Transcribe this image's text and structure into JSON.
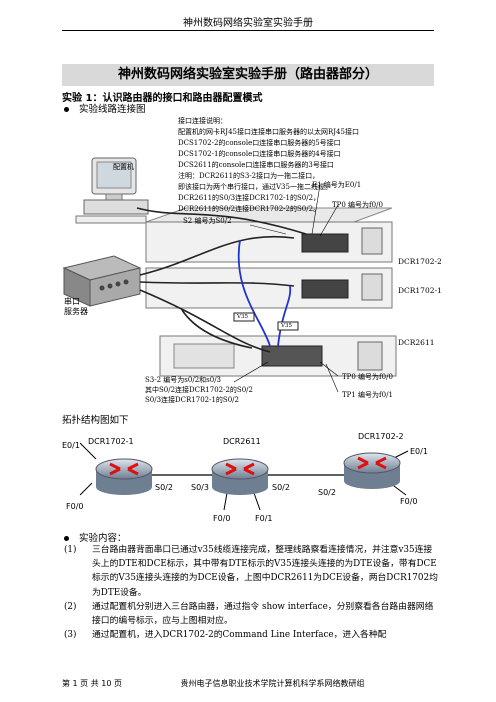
{
  "header": {
    "title": "神州数码网络实验室实验手册"
  },
  "banner": {
    "title": "神州数码网络实验室实验手册（路由器部分）"
  },
  "lab": {
    "title": "实验 1：认识路由器的接口和路由器配置模式"
  },
  "section1": {
    "bullet": "实验线路连接图"
  },
  "diagram": {
    "notes": [
      "接口连接说明：",
      "配置机的网卡RJ45接口连接串口服务器的以太网RJ45接口",
      "DCS1702-2的console口连接串口服务器的5号接口",
      "DCS1702-1的console口连接串口服务器的4号接口",
      "DCS2611的console口连接串口服务器的3号接口",
      "注明：DCR2611的S3-2接口为一拖二接口，",
      "即该接口为两个串行接口，通过V35一拖二线缆。",
      "DCR2611的S0/3连接DCR1702-1的S0/2，",
      "DCR2611的S0/2连接DCR1702-2的S0/2。"
    ],
    "config_pc": "配置机",
    "serial_server": [
      "串口",
      "服务器"
    ],
    "s2_label": "S2 编号为S0/2",
    "e1_label": "E1 编号为E0/1",
    "tp0_top_label": "TP0 编号为f0/0",
    "dcr1702_2": "DCR1702-2",
    "dcr1702_1": "DCR1702-1",
    "dcr2611": "DCR2611",
    "v35": "V35",
    "s32_notes": [
      "S3-2 编号为s0/2和s0/3",
      "其中S0/2连接DCR1702-2的S0/2",
      "S0/3连接DCR1702-1的S0/2"
    ],
    "tp0_bottom_label": "TP0 编号为f0/0",
    "tp1_label": "TP1 编号为f0/1"
  },
  "topology": {
    "caption": "拓扑结构图如下",
    "r1": "DCR1702-1",
    "r2": "DCR2611",
    "r3": "DCR1702-2",
    "r1_e01": "E0/1",
    "r1_f00": "F0/0",
    "r1_s02": "S0/2",
    "r2_s03": "S0/3",
    "r2_s02": "S0/2",
    "r2_f00": "F0/0",
    "r2_f01": "F0/1",
    "r3_s02": "S0/2",
    "r3_e01": "E0/1",
    "r3_f00": "F0/0"
  },
  "section2": {
    "bullet": "实验内容："
  },
  "content": {
    "items": [
      {
        "num": "(1)",
        "text": "三台路由器背面串口已通过v35线缆连接完成，整理线路察看连接情况，并注意v35连接头上的DTE和DCE标示，其中带有DTE标示的V35连接头连接的为DTE设备，带有DCE标示的V35连接头连接的为DCE设备，上图中DCR2611为DCE设备，两台DCR1702均为DTE设备。"
      },
      {
        "num": "(2)",
        "text": "通过配置机分别进入三台路由器，通过指令 show interface，分别察看各台路由器网络接口的编号标示，应与上图相对应。"
      },
      {
        "num": "(3)",
        "text": "通过配置机，进入DCR1702-2的Command Line Interface，进入各种配"
      }
    ]
  },
  "footer": {
    "page": "第 1 页 共 10 页",
    "org": "贵州电子信息职业技术学院计算机科学系网络教研组"
  }
}
